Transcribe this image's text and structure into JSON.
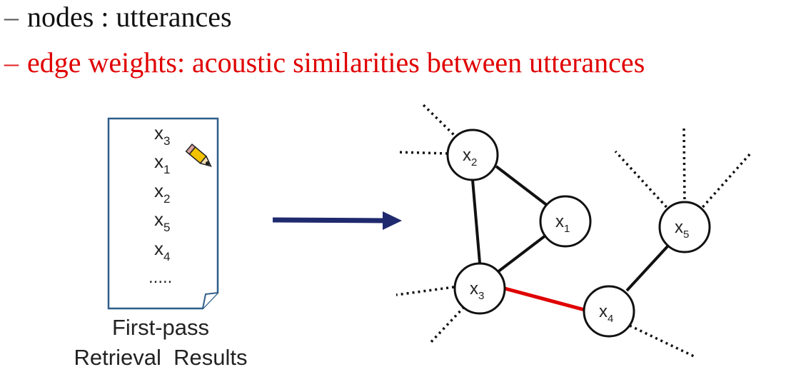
{
  "bullets": [
    {
      "dash": "–",
      "text": "nodes : utterances",
      "color": "#111111"
    },
    {
      "dash": "–",
      "text": "edge weights: acoustic similarities between utterances",
      "color": "#e00000"
    }
  ],
  "document": {
    "items": [
      {
        "base": "x",
        "sub": "3"
      },
      {
        "base": "x",
        "sub": "1"
      },
      {
        "base": "x",
        "sub": "2"
      },
      {
        "base": "x",
        "sub": "5"
      },
      {
        "base": "x",
        "sub": "4"
      }
    ],
    "ellipsis": ".....",
    "caption_line1": "First-pass",
    "caption_line2": "Retrieval  Results"
  },
  "graph": {
    "nodes": [
      {
        "id": "x2",
        "base": "x",
        "sub": "2"
      },
      {
        "id": "x1",
        "base": "x",
        "sub": "1"
      },
      {
        "id": "x3",
        "base": "x",
        "sub": "3"
      },
      {
        "id": "x4",
        "base": "x",
        "sub": "4"
      },
      {
        "id": "x5",
        "base": "x",
        "sub": "5"
      }
    ],
    "edges": [
      {
        "from": "x2",
        "to": "x1",
        "highlight": false
      },
      {
        "from": "x2",
        "to": "x3",
        "highlight": false
      },
      {
        "from": "x1",
        "to": "x3",
        "highlight": false
      },
      {
        "from": "x3",
        "to": "x4",
        "highlight": true
      },
      {
        "from": "x4",
        "to": "x5",
        "highlight": false
      }
    ],
    "edge_color": "#111111",
    "highlight_color": "#e00000"
  },
  "colors": {
    "arrow": "#1f2a6e",
    "document_border": "#2e5e8a",
    "pencil": "#f2c200"
  }
}
